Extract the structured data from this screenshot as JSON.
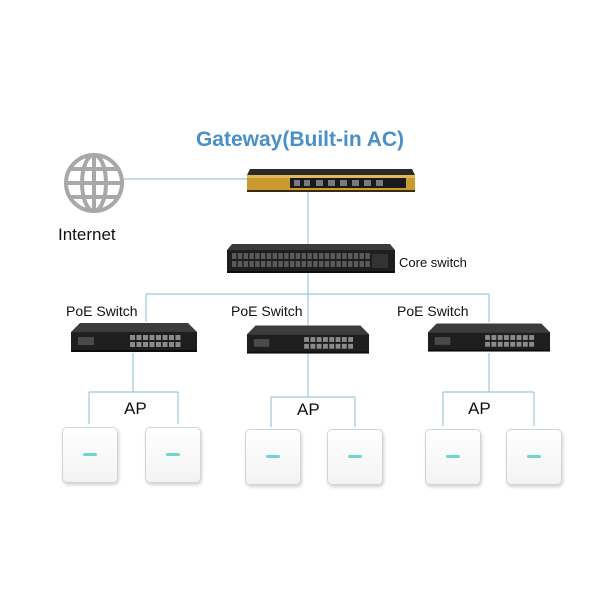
{
  "title": "Gateway(Built-in AC)",
  "internet_label": "Internet",
  "core_switch_label": "Core switch",
  "poe_switches": [
    {
      "label": "PoE Switch",
      "ap_label": "AP"
    },
    {
      "label": "PoE Switch",
      "ap_label": "AP"
    },
    {
      "label": "PoE Switch",
      "ap_label": "AP"
    }
  ],
  "colors": {
    "title": "#4a90c8",
    "link_line": "#9cc8dc",
    "gateway_gold": "#c99a2e",
    "device_dark": "#1e1e1e",
    "globe": "#a8a8a8",
    "ap_led": "#6fd6cf"
  },
  "icons": [
    "globe-icon",
    "gateway-device",
    "core-switch-device",
    "poe-switch-device",
    "access-point-device"
  ]
}
